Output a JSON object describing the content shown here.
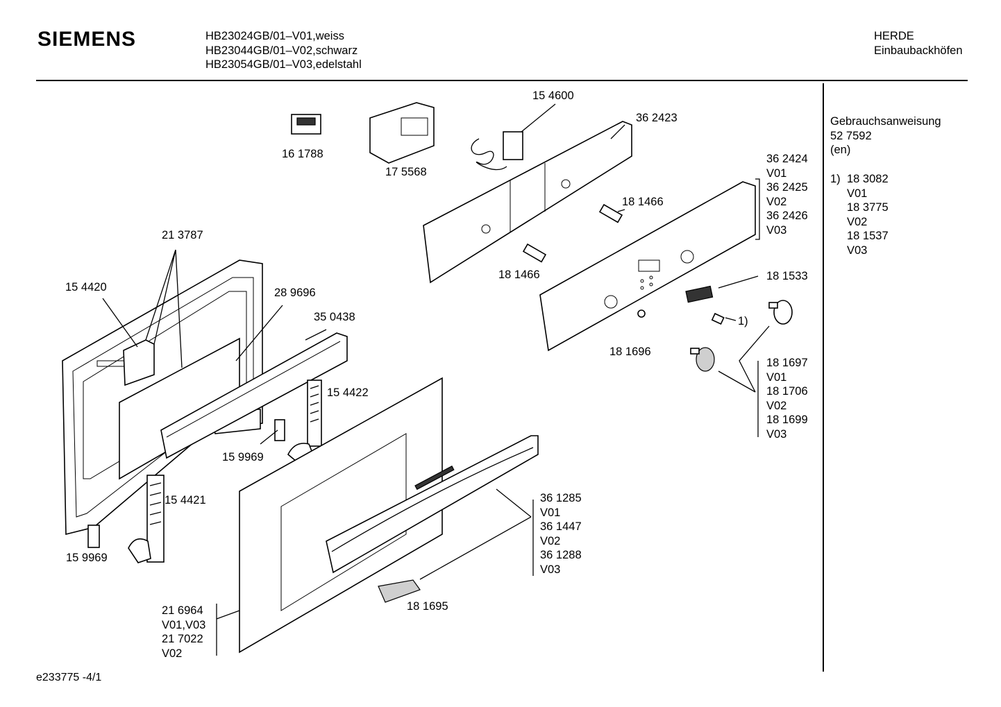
{
  "header": {
    "brand": "SIEMENS",
    "models": [
      "HB23024GB/01–V01,weiss",
      "HB23044GB/01–V02,schwarz",
      "HB23054GB/01–V03,edelstahl"
    ],
    "category": [
      "HERDE",
      "Einbaubackhöfen"
    ]
  },
  "sidebar": {
    "manual_title": "Gebrauchsanweisung",
    "manual_number": "52 7592",
    "manual_lang": "(en)",
    "footnote_marker": "1)",
    "footnote_lines": [
      "18 3082",
      "V01",
      "18 3775",
      "V02",
      "18 1537",
      "V03"
    ]
  },
  "parts": {
    "p161788": "16 1788",
    "p175568": "17 5568",
    "p154600": "15 4600",
    "p362423": "36 2423",
    "p362424_group": [
      "36 2424",
      "V01",
      "36 2425",
      "V02",
      "36 2426",
      "V03"
    ],
    "p181466_a": "18 1466",
    "p181466_b": "18 1466",
    "p181533": "18 1533",
    "p181696": "18 1696",
    "footnote_ref": "1)",
    "p181697_group": [
      "18 1697",
      "V01",
      "18 1706",
      "V02",
      "18 1699",
      "V03"
    ],
    "p213787": "21 3787",
    "p154420": "15 4420",
    "p289696": "28 9696",
    "p350438": "35 0438",
    "p154422": "15 4422",
    "p159969_a": "15 9969",
    "p159969_b": "15 9969",
    "p154421": "15 4421",
    "p361285_group": [
      "36 1285",
      "V01",
      "36 1447",
      "V02",
      "36 1288",
      "V03"
    ],
    "p181695": "18 1695",
    "p216964_group": [
      "21 6964",
      "V01,V03",
      "21 7022",
      "V02"
    ]
  },
  "footer": {
    "drawing_id": "e233775  -4/1"
  }
}
